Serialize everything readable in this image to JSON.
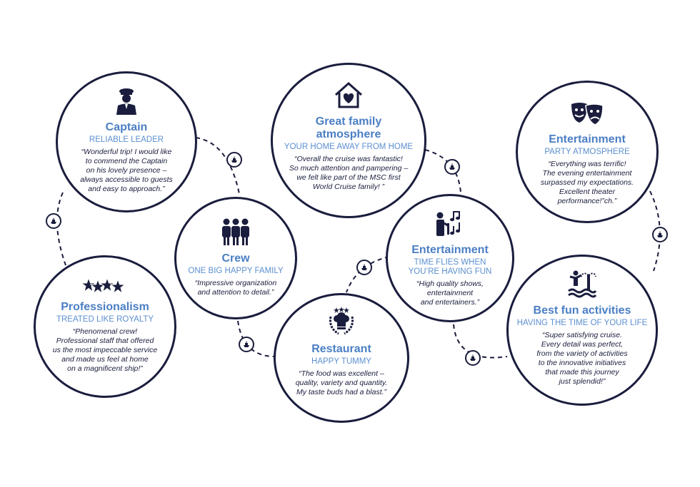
{
  "cards": [
    {
      "id": "captain",
      "icon": "captain-icon",
      "title": "Captain",
      "subtitle": "RELIABLE LEADER",
      "quote": "“Wonderful trip! I would like\nto commend the Captain\non his lovely presence –\nalways accessible to guests\nand easy to approach.”"
    },
    {
      "id": "crew",
      "icon": "crew-icon",
      "title": "Crew",
      "subtitle": "ONE BIG HAPPY FAMILY",
      "quote": "“Impressive organization\nand attention to detail.”"
    },
    {
      "id": "professionalism",
      "icon": "stars-icon",
      "title": "Professionalism",
      "subtitle": "TREATED LIKE ROYALTY",
      "quote": "“Phenomenal crew!\nProfessional staff that offered\nus the most impeccable service\nand made us feel at home\non a magnificent ship!”"
    },
    {
      "id": "family",
      "icon": "home-heart-icon",
      "title": "Great family\natmosphere",
      "subtitle": "YOUR HOME AWAY FROM HOME",
      "quote": "“Overall the cruise was fantastic!\nSo much attention and pampering –\nwe felt like part of the MSC first\nWorld Cruise family! ”"
    },
    {
      "id": "restaurant",
      "icon": "chef-hat-icon",
      "title": "Restaurant",
      "subtitle": "HAPPY TUMMY",
      "quote": "“The food was excellent –\nquality, variety and quantity.\nMy taste buds had a blast.”"
    },
    {
      "id": "entertainment-shows",
      "icon": "performer-music-icon",
      "title": "Entertainment",
      "subtitle": "TIME FLIES WHEN\nYOU’RE HAVING FUN",
      "quote": "“High quality shows,\nentertainment\nand entertainers.”"
    },
    {
      "id": "entertainment-party",
      "icon": "theater-masks-icon",
      "title": "Entertainment",
      "subtitle": "PARTY ATMOSPHERE",
      "quote": "“Everything was terrific!\nThe evening entertainment\nsurpassed my expectations.\nExcellent theater\nperformance!”ch.”"
    },
    {
      "id": "activities",
      "icon": "water-park-icon",
      "title": "Best fun activities",
      "subtitle": "HAVING THE TIME OF YOUR LIFE",
      "quote": "“Super satisfying cruise.\nEvery detail was perfect,\nfrom the variety of activities\nto the innovative initiatives\nthat made this journey\njust splendid!”"
    }
  ],
  "colors": {
    "navy": "#1a1d3d",
    "title": "#4b7fc4",
    "subtitle": "#5b8fd0"
  }
}
